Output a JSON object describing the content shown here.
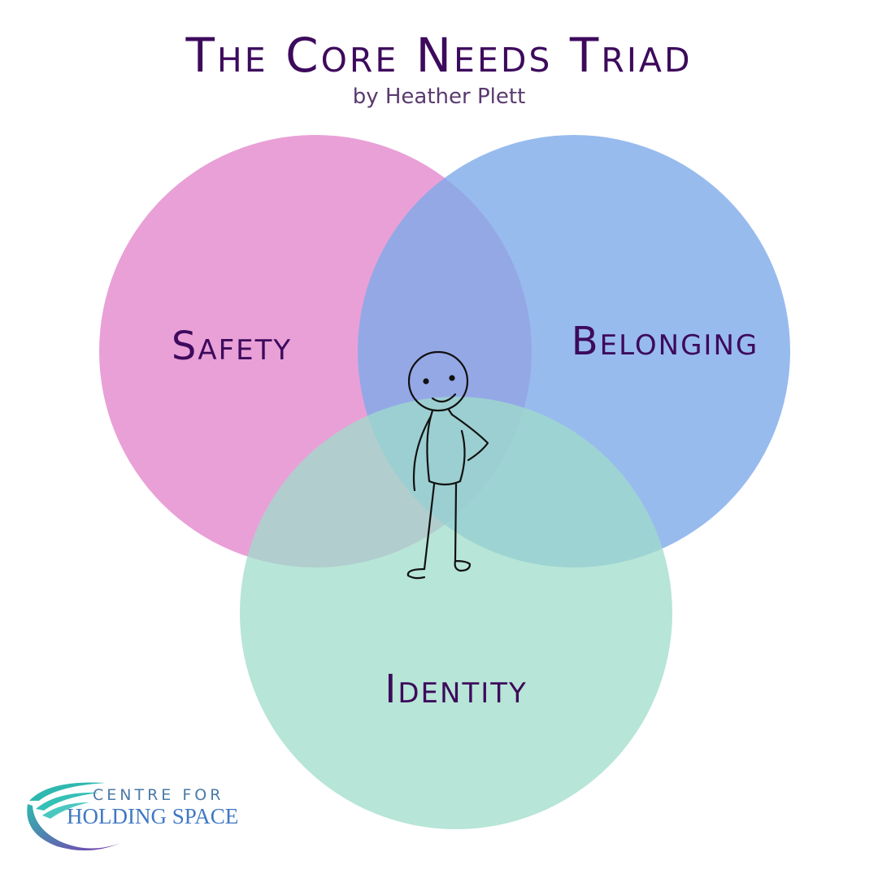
{
  "header": {
    "title": "The Core Needs Triad",
    "subtitle": "by Heather Plett"
  },
  "circles": [
    {
      "label": "Safety",
      "color": "#e89bd5"
    },
    {
      "label": "Belonging",
      "color": "#8fb8ee"
    },
    {
      "label": "Identity",
      "color": "#a8e0d0"
    }
  ],
  "figure": {
    "icon": "stick-figure-icon"
  },
  "logo": {
    "line1": "CENTRE FOR",
    "line2": "HOLDING SPACE",
    "icon": "swoosh-bowl-icon",
    "colors": [
      "#2fb8b0",
      "#7a3bb0"
    ]
  }
}
